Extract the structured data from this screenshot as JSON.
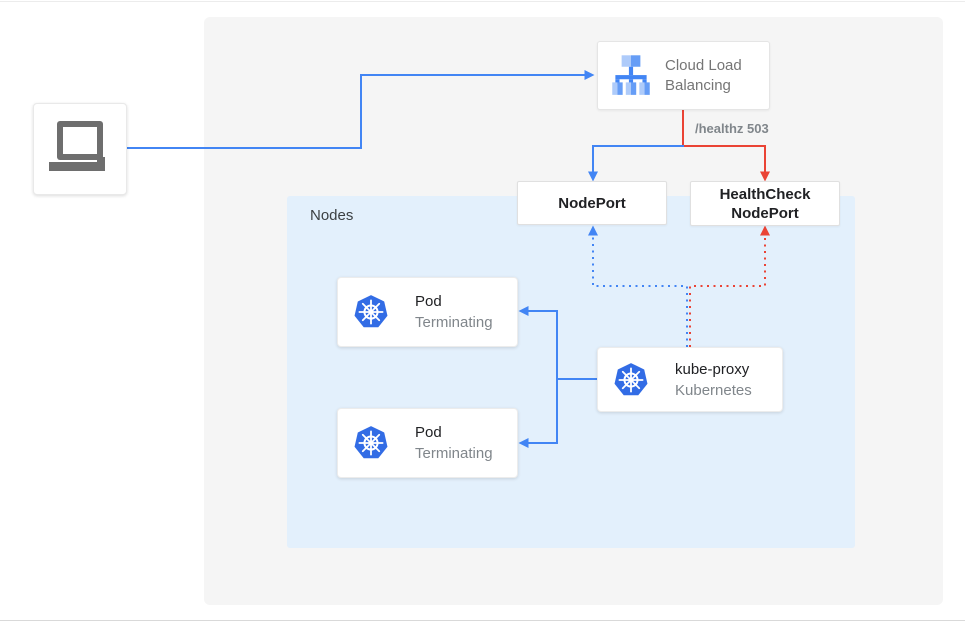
{
  "diagram": {
    "nodes_group": {
      "label": "Nodes"
    },
    "client": {
      "icon": "laptop-icon"
    },
    "cloud_load_balancing": {
      "label": "Cloud Load Balancing",
      "icon": "load-balancer-icon"
    },
    "healthz_label": "/healthz 503",
    "nodeport": {
      "label": "NodePort"
    },
    "healthcheck_nodeport": {
      "line1": "HealthCheck",
      "line2": "NodePort"
    },
    "pods": [
      {
        "title": "Pod",
        "subtitle": "Terminating",
        "icon": "kubernetes-icon"
      },
      {
        "title": "Pod",
        "subtitle": "Terminating",
        "icon": "kubernetes-icon"
      }
    ],
    "kube_proxy": {
      "title": "kube-proxy",
      "subtitle": "Kubernetes",
      "icon": "kubernetes-icon"
    },
    "colors": {
      "traffic_blue": "#4285f4",
      "health_red": "#ea4335",
      "panel_gray": "#f5f5f5",
      "nodes_bg_blue": "#e3f0fc",
      "kubernetes_blue": "#326ce5",
      "muted_text": "#80868b",
      "title_text": "#202124"
    }
  }
}
